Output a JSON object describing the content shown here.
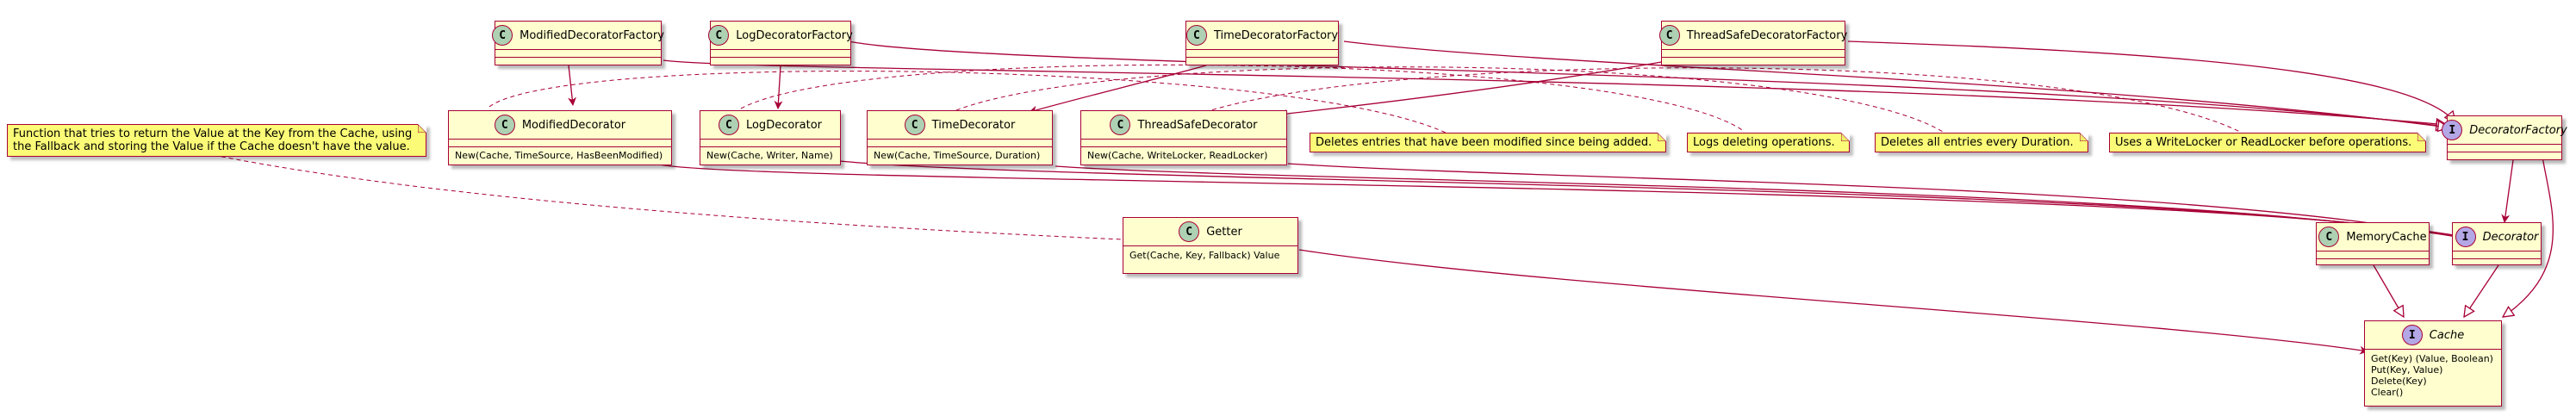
{
  "colors": {
    "border": "#A80036",
    "class_fill": "#FEFECE",
    "note_fill": "#FBFB77",
    "class_marker": "#ADD1B2",
    "interface_marker": "#B4A7E5"
  },
  "classes": {
    "modified_decorator_factory": {
      "kind": "C",
      "name": "ModifiedDecoratorFactory",
      "methods": []
    },
    "log_decorator_factory": {
      "kind": "C",
      "name": "LogDecoratorFactory",
      "methods": []
    },
    "time_decorator_factory": {
      "kind": "C",
      "name": "TimeDecoratorFactory",
      "methods": []
    },
    "thread_safe_decorator_factory": {
      "kind": "C",
      "name": "ThreadSafeDecoratorFactory",
      "methods": []
    },
    "modified_decorator": {
      "kind": "C",
      "name": "ModifiedDecorator",
      "methods": [
        "New(Cache, TimeSource, HasBeenModified)"
      ]
    },
    "log_decorator": {
      "kind": "C",
      "name": "LogDecorator",
      "methods": [
        "New(Cache, Writer, Name)"
      ]
    },
    "time_decorator": {
      "kind": "C",
      "name": "TimeDecorator",
      "methods": [
        "New(Cache, TimeSource, Duration)"
      ]
    },
    "thread_safe_decorator": {
      "kind": "C",
      "name": "ThreadSafeDecorator",
      "methods": [
        "New(Cache, WriteLocker, ReadLocker)"
      ]
    },
    "decorator_factory": {
      "kind": "I",
      "name": "DecoratorFactory",
      "methods": []
    },
    "getter": {
      "kind": "C",
      "name": "Getter",
      "methods": [
        "Get(Cache, Key, Fallback) Value"
      ]
    },
    "memory_cache": {
      "kind": "C",
      "name": "MemoryCache",
      "methods": []
    },
    "decorator": {
      "kind": "I",
      "name": "Decorator",
      "methods": []
    },
    "cache": {
      "kind": "I",
      "name": "Cache",
      "methods": [
        "Get(Key) (Value, Boolean)",
        "Put(Key, Value)",
        "Delete(Key)",
        "Clear()"
      ]
    }
  },
  "notes": {
    "getter_note": [
      "Function that tries to return the Value at the Key from the Cache, using",
      "the Fallback and storing the Value if the Cache doesn't have the value."
    ],
    "modified_note": [
      "Deletes entries that have been modified since being added."
    ],
    "log_note": [
      "Logs deleting operations."
    ],
    "time_note": [
      "Deletes all entries every Duration."
    ],
    "thread_note": [
      "Uses a WriteLocker or ReadLocker before operations."
    ]
  }
}
